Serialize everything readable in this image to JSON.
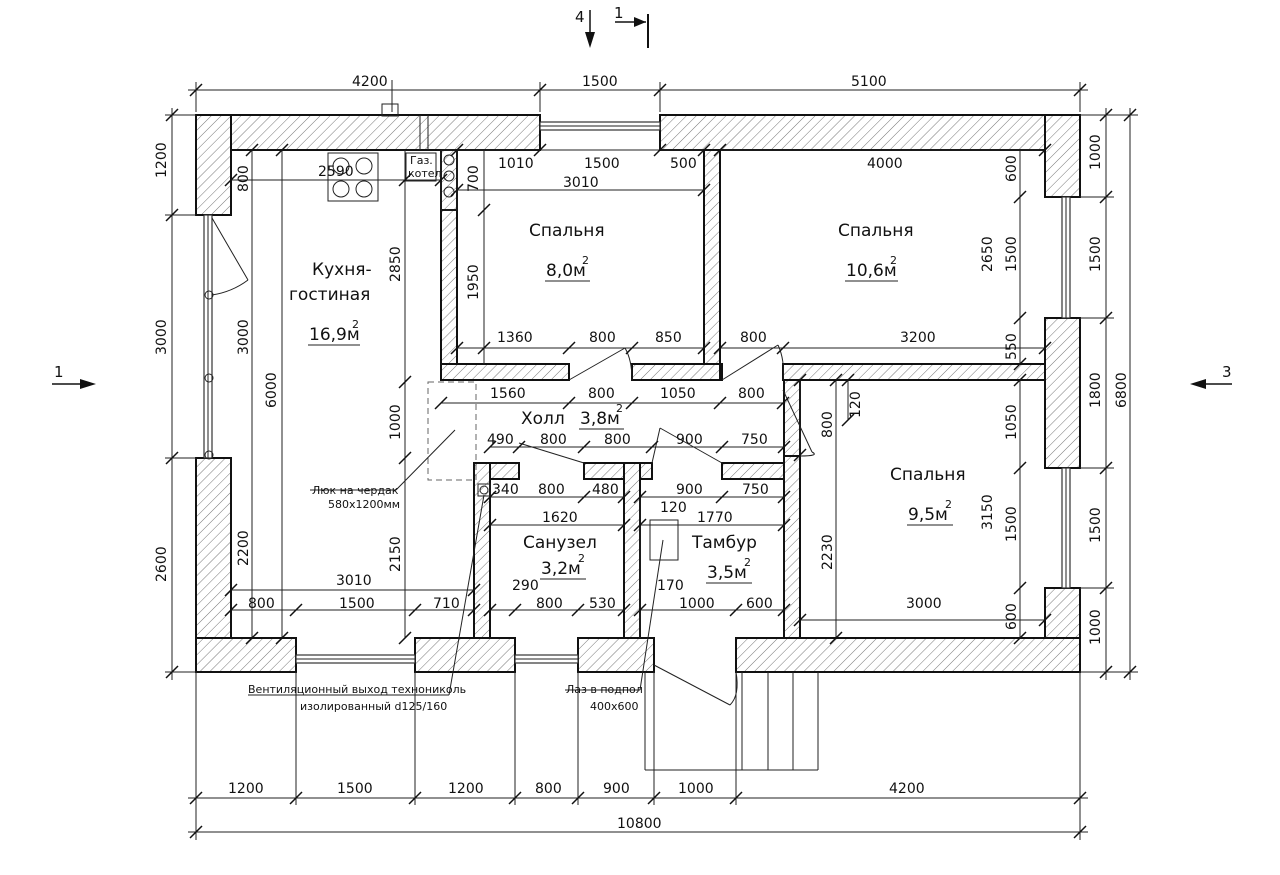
{
  "section_marks": {
    "top_4": "4",
    "top_1": "1",
    "left_1": "1",
    "right_3": "3"
  },
  "rooms": {
    "kitchen_line1": "Кухня-",
    "kitchen_line2": "гостиная",
    "kitchen_area": "16,9м",
    "bedroom1": "Спальня",
    "bedroom1_area": "8,0м",
    "bedroom2": "Спальня",
    "bedroom2_area": "10,6м",
    "hall": "Холл",
    "hall_area": "3,8м",
    "bedroom3": "Спальня",
    "bedroom3_area": "9,5м",
    "bathroom": "Санузел",
    "bathroom_area": "3,2м",
    "vestibule": "Тамбур",
    "vestibule_area": "3,5м",
    "sq": "2"
  },
  "notes": {
    "boiler_line1": "Газ.",
    "boiler_line2": "котел",
    "attic_line1": "Люк на чердак",
    "attic_line2": "580х1200мм",
    "vent_line1": "Вентиляционный выход технониколь",
    "vent_line2": "изолированный d125/160",
    "cellar_line1": "Лаз в подпол",
    "cellar_line2": "400х600"
  },
  "dims": {
    "top": [
      "4200",
      "1500",
      "5100"
    ],
    "bottom": [
      "1200",
      "1500",
      "1200",
      "800",
      "900",
      "1000",
      "4200"
    ],
    "overall": "10800",
    "left": [
      "1200",
      "3000",
      "2600"
    ],
    "right_outer": [
      "1000",
      "1500",
      "1800",
      "1500",
      "1000"
    ],
    "right_total": "6800",
    "kitchen": {
      "d2590": "2590",
      "d800": "800",
      "d2850": "2850",
      "d3000": "3000",
      "d6000": "6000",
      "d1000": "1000",
      "d2200": "2200",
      "d2150": "2150",
      "d3010": "3010",
      "d800b": "800",
      "d1500": "1500",
      "d710": "710"
    },
    "bed1": {
      "d1010": "1010",
      "d1500": "1500",
      "d500": "500",
      "d700": "700",
      "d3010": "3010",
      "d1950": "1950",
      "d1360": "1360",
      "d800": "800",
      "d850": "850"
    },
    "bed2": {
      "d4000": "4000",
      "d600": "600",
      "d2650": "2650",
      "d1500": "1500",
      "d800": "800",
      "d3200": "3200",
      "d550": "550"
    },
    "hall": {
      "d1560": "1560",
      "d800": "800",
      "d1050": "1050",
      "d800b": "800",
      "d490": "490",
      "d800c": "800",
      "d800d": "800",
      "d900": "900",
      "d750": "750",
      "d800v": "800",
      "d120": "120"
    },
    "bed3": {
      "d1050": "1050",
      "d3150": "3150",
      "d1500": "1500",
      "d600": "600",
      "d3000": "3000",
      "d2230": "2230"
    },
    "bath": {
      "d340": "340",
      "d800": "800",
      "d480": "480",
      "d1620": "1620",
      "d290": "290",
      "d800b": "800",
      "d530": "530"
    },
    "vest": {
      "d900": "900",
      "d750": "750",
      "d120": "120",
      "d1770": "1770",
      "d170": "170",
      "d1000": "1000",
      "d600": "600"
    }
  }
}
